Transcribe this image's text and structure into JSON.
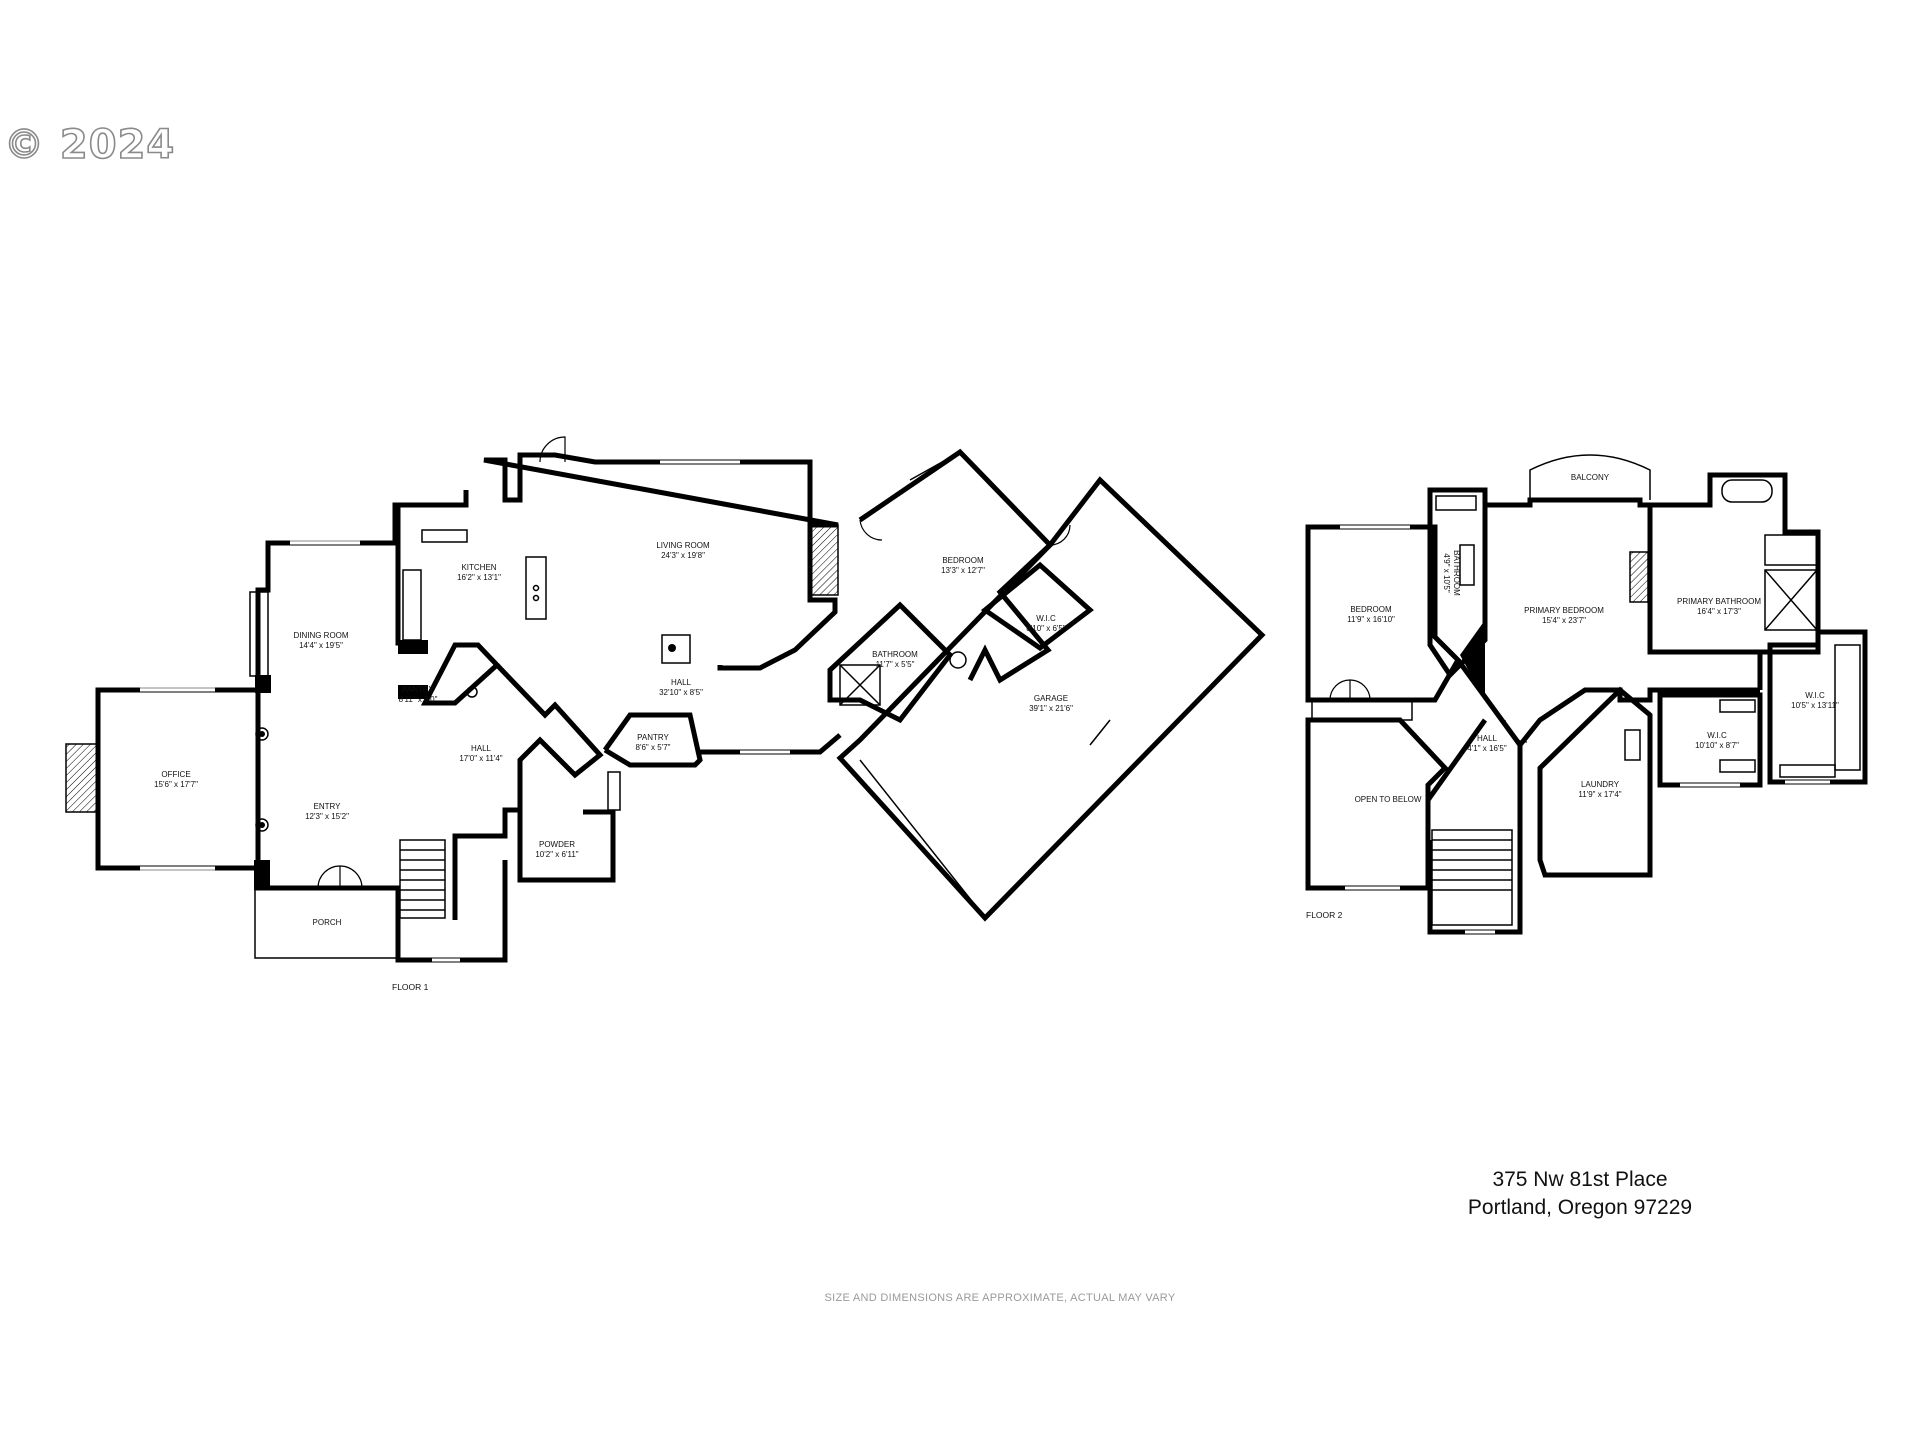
{
  "copyright": "© 2024",
  "floor1": {
    "label": "FLOOR 1",
    "rooms": [
      {
        "id": "office",
        "name": "OFFICE",
        "dims": "15'6\" x 17'7\""
      },
      {
        "id": "dining",
        "name": "DINING ROOM",
        "dims": "14'4\" x 19'5\""
      },
      {
        "id": "entry",
        "name": "ENTRY",
        "dims": "12'3\" x 15'2\""
      },
      {
        "id": "porch",
        "name": "PORCH",
        "dims": ""
      },
      {
        "id": "kitchen",
        "name": "KITCHEN",
        "dims": "16'2\" x 13'1\""
      },
      {
        "id": "pantry1",
        "name": "PANTRY",
        "dims": "8'11\" x 8'0\""
      },
      {
        "id": "hall1",
        "name": "HALL",
        "dims": "17'0\" x 11'4\""
      },
      {
        "id": "powder",
        "name": "POWDER",
        "dims": "10'2\" x 6'11\""
      },
      {
        "id": "living",
        "name": "LIVING ROOM",
        "dims": "24'3\" x 19'8\""
      },
      {
        "id": "hall2",
        "name": "HALL",
        "dims": "32'10\" x 8'5\""
      },
      {
        "id": "pantry2",
        "name": "PANTRY",
        "dims": "8'6\" x 5'7\""
      },
      {
        "id": "bedroom1",
        "name": "BEDROOM",
        "dims": "13'3\" x 12'7\""
      },
      {
        "id": "bath1",
        "name": "BATHROOM",
        "dims": "11'7\" x 5'5\""
      },
      {
        "id": "wic1",
        "name": "W.I.C",
        "dims": "8'10\" x 6'5\""
      },
      {
        "id": "garage",
        "name": "GARAGE",
        "dims": "39'1\" x 21'6\""
      }
    ]
  },
  "floor2": {
    "label": "FLOOR 2",
    "rooms": [
      {
        "id": "balcony",
        "name": "BALCONY",
        "dims": ""
      },
      {
        "id": "bedroom2",
        "name": "BEDROOM",
        "dims": "11'9\" x 16'10\""
      },
      {
        "id": "bath2",
        "name": "BATHROOM",
        "dims": "4'9\" x 10'5\""
      },
      {
        "id": "primary_bed",
        "name": "PRIMARY BEDROOM",
        "dims": "15'4\" x 23'7\""
      },
      {
        "id": "primary_bath",
        "name": "PRIMARY BATHROOM",
        "dims": "16'4\" x 17'3\""
      },
      {
        "id": "wic2",
        "name": "W.I.C",
        "dims": "10'5\" x 13'11\""
      },
      {
        "id": "wic3",
        "name": "W.I.C",
        "dims": "10'10\" x 8'7\""
      },
      {
        "id": "hall3",
        "name": "HALL",
        "dims": "4'1\" x 16'5\""
      },
      {
        "id": "laundry",
        "name": "LAUNDRY",
        "dims": "11'9\" x 17'4\""
      },
      {
        "id": "open",
        "name": "OPEN TO BELOW",
        "dims": ""
      }
    ]
  },
  "address": {
    "line1": "375 Nw 81st Place",
    "line2": "Portland,  Oregon 97229"
  },
  "disclaimer": "SIZE AND DIMENSIONS ARE APPROXIMATE, ACTUAL MAY VARY"
}
